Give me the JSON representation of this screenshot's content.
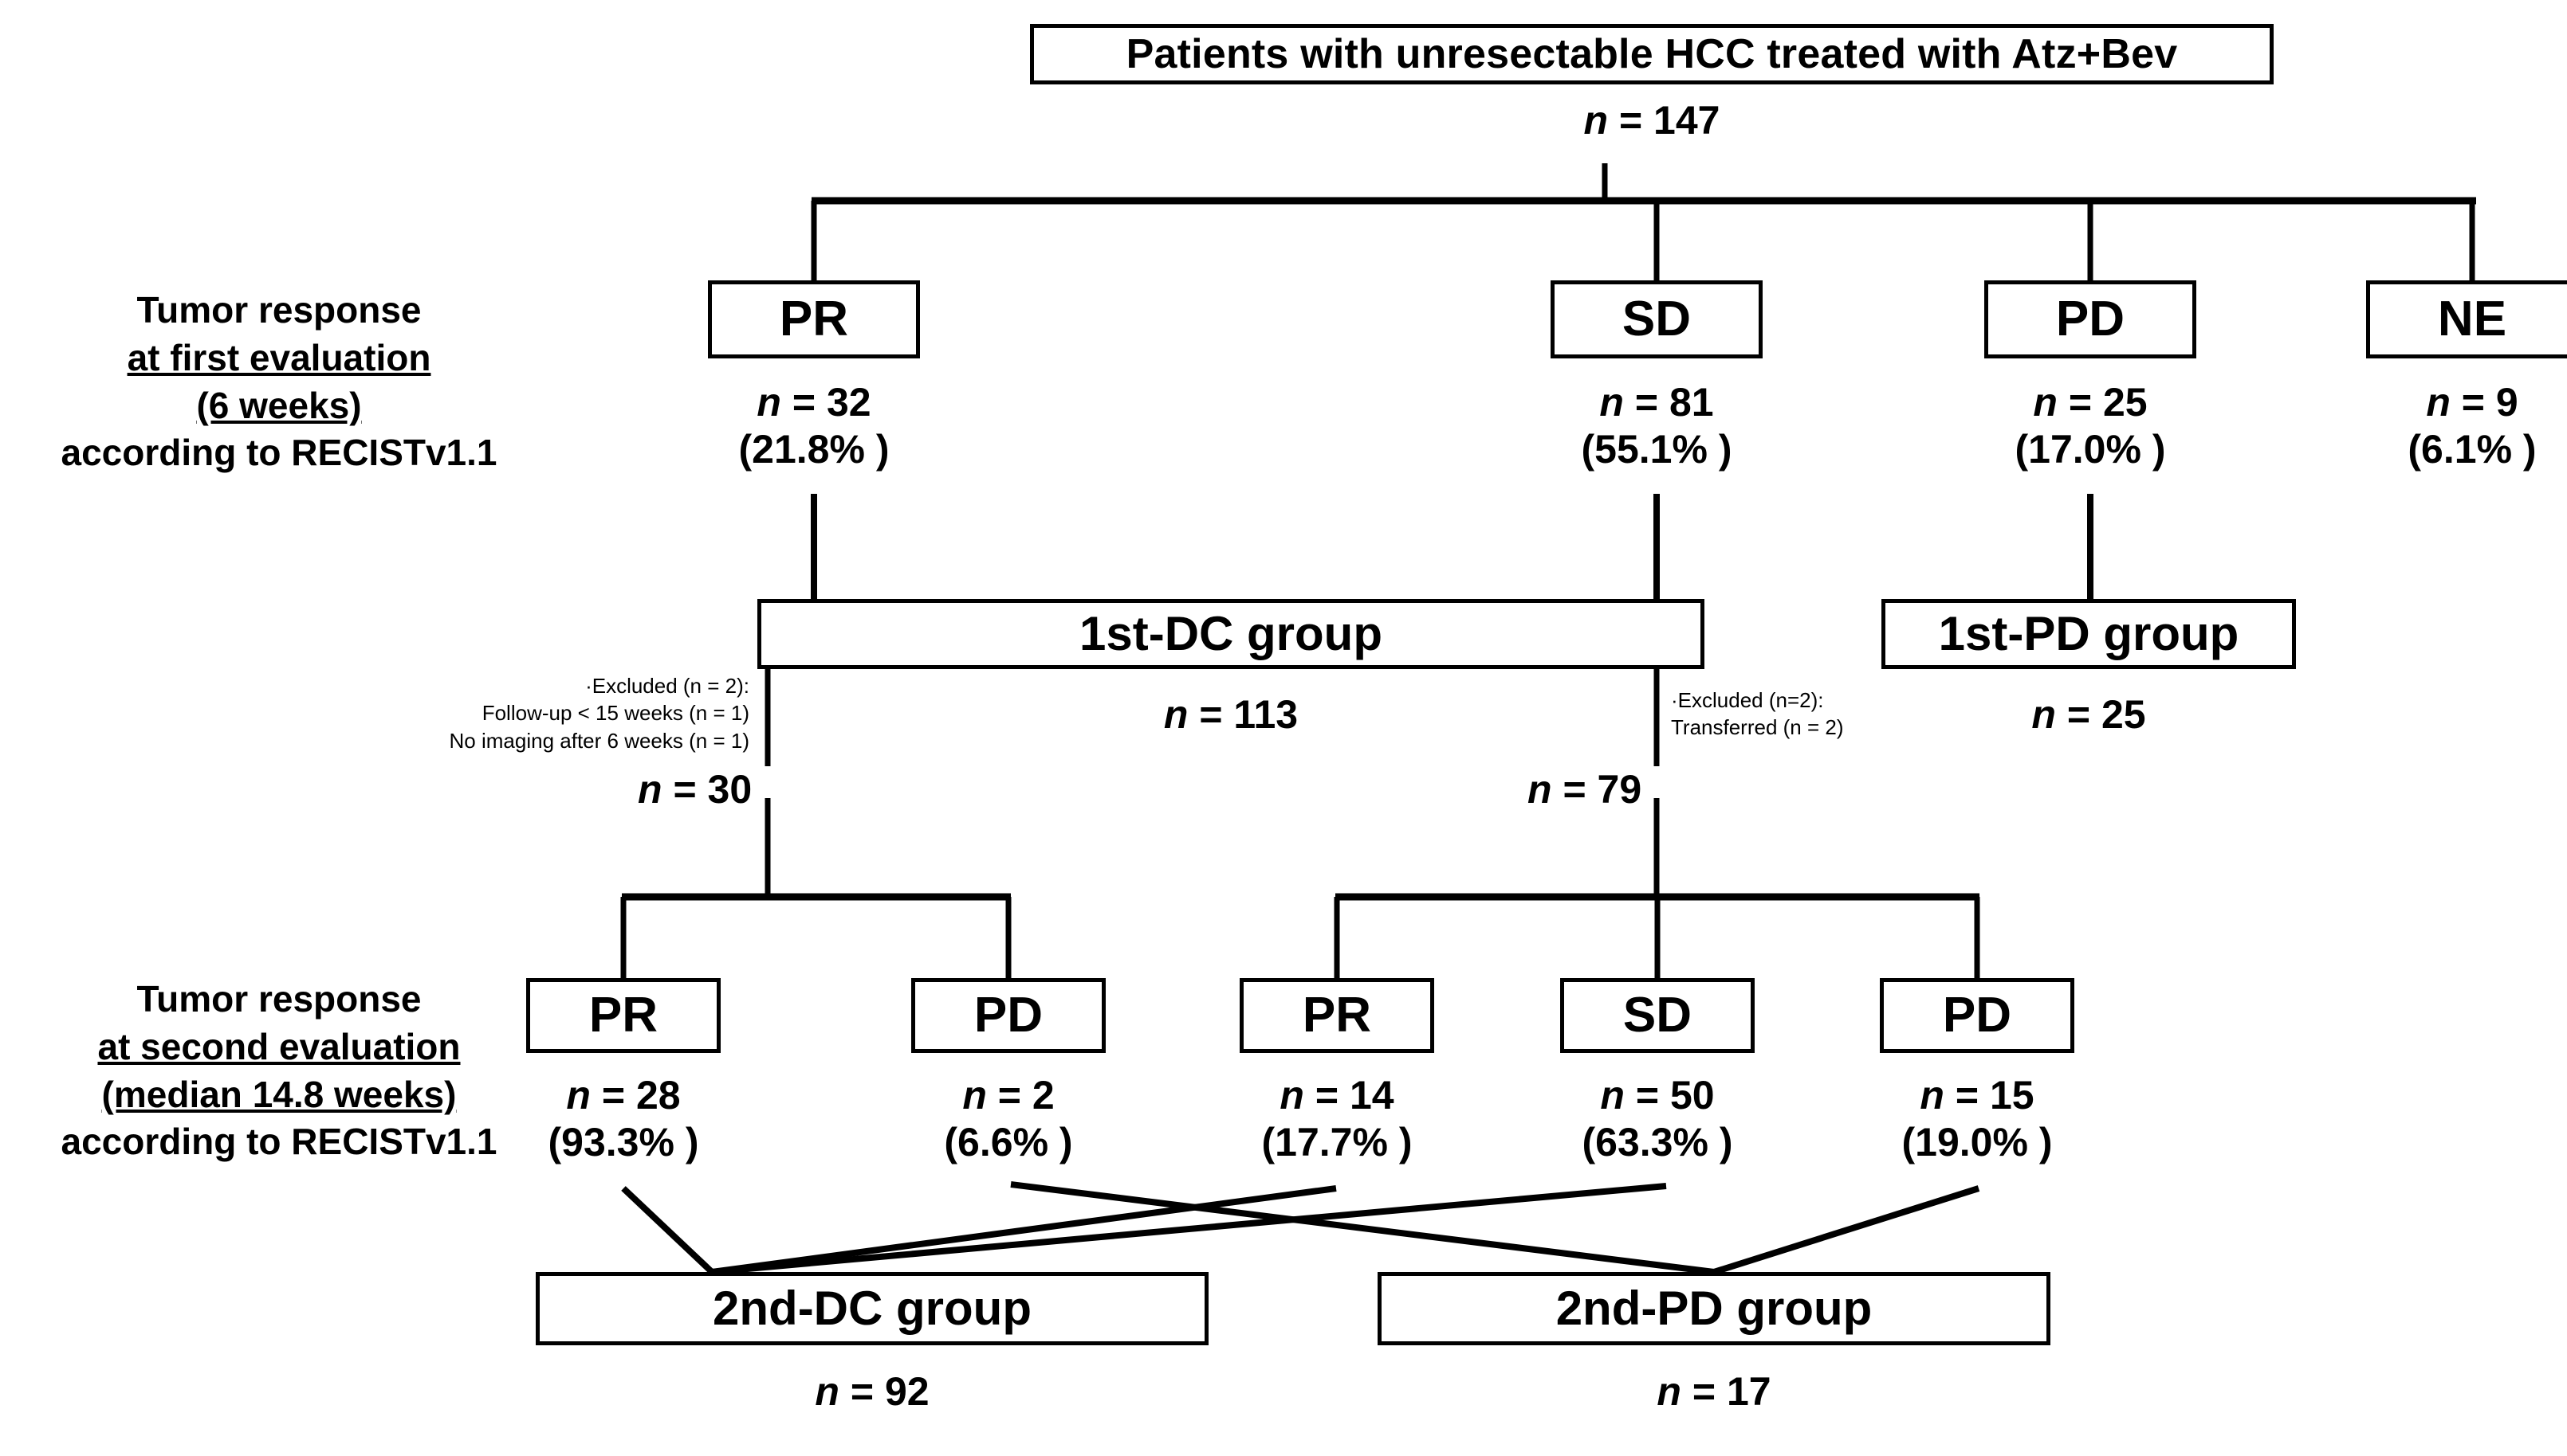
{
  "figure": {
    "type": "flowchart",
    "title": "Patients with unresectable HCC treated with Atz+Bev",
    "root_n": "n = 147"
  },
  "root": {
    "label": "Patients with unresectable HCC treated with Atz+Bev",
    "n": "n = 147"
  },
  "row_labels": {
    "first": {
      "line1": "Tumor response",
      "line2": "at first evaluation",
      "line3": "(6 weeks)",
      "line4": "according to RECISTv1.1"
    },
    "second": {
      "line1": "Tumor response",
      "line2": "at second evaluation",
      "line3": "(median 14.8 weeks)",
      "line4": "according to RECISTv1.1"
    }
  },
  "first_evaluation": [
    {
      "label": "PR",
      "n": "n = 32",
      "pct": "(21.8% )"
    },
    {
      "label": "SD",
      "n": "n = 81",
      "pct": "(55.1% )"
    },
    {
      "label": "PD",
      "n": "n = 25",
      "pct": "(17.0% )"
    },
    {
      "label": "NE",
      "n": "n = 9",
      "pct": "(6.1% )"
    }
  ],
  "groups_first": [
    {
      "label": "1st-DC group",
      "n": "n = 113"
    },
    {
      "label": "1st-PD group",
      "n": "n = 25"
    }
  ],
  "branch_counts": {
    "dc_left": "n = 30",
    "dc_right": "n = 79"
  },
  "exclusions": {
    "left": {
      "line1": "·Excluded (n = 2):",
      "line2": "Follow-up < 15 weeks (n = 1)",
      "line3": "No imaging after 6 weeks (n = 1)"
    },
    "right": {
      "line1": "·Excluded (n=2):",
      "line2": "Transferred (n = 2)"
    }
  },
  "second_evaluation": [
    {
      "label": "PR",
      "n": "n = 28",
      "pct": "(93.3% )"
    },
    {
      "label": "PD",
      "n": "n = 2",
      "pct": "(6.6% )"
    },
    {
      "label": "PR",
      "n": "n = 14",
      "pct": "(17.7% )"
    },
    {
      "label": "SD",
      "n": "n = 50",
      "pct": "(63.3% )"
    },
    {
      "label": "PD",
      "n": "n = 15",
      "pct": "(19.0% )"
    }
  ],
  "groups_second": [
    {
      "label": "2nd-DC group",
      "n": "n = 92"
    },
    {
      "label": "2nd-PD group",
      "n": "n = 17"
    }
  ],
  "colors": {
    "stroke": "#000000",
    "background": "#ffffff",
    "text": "#000000"
  }
}
